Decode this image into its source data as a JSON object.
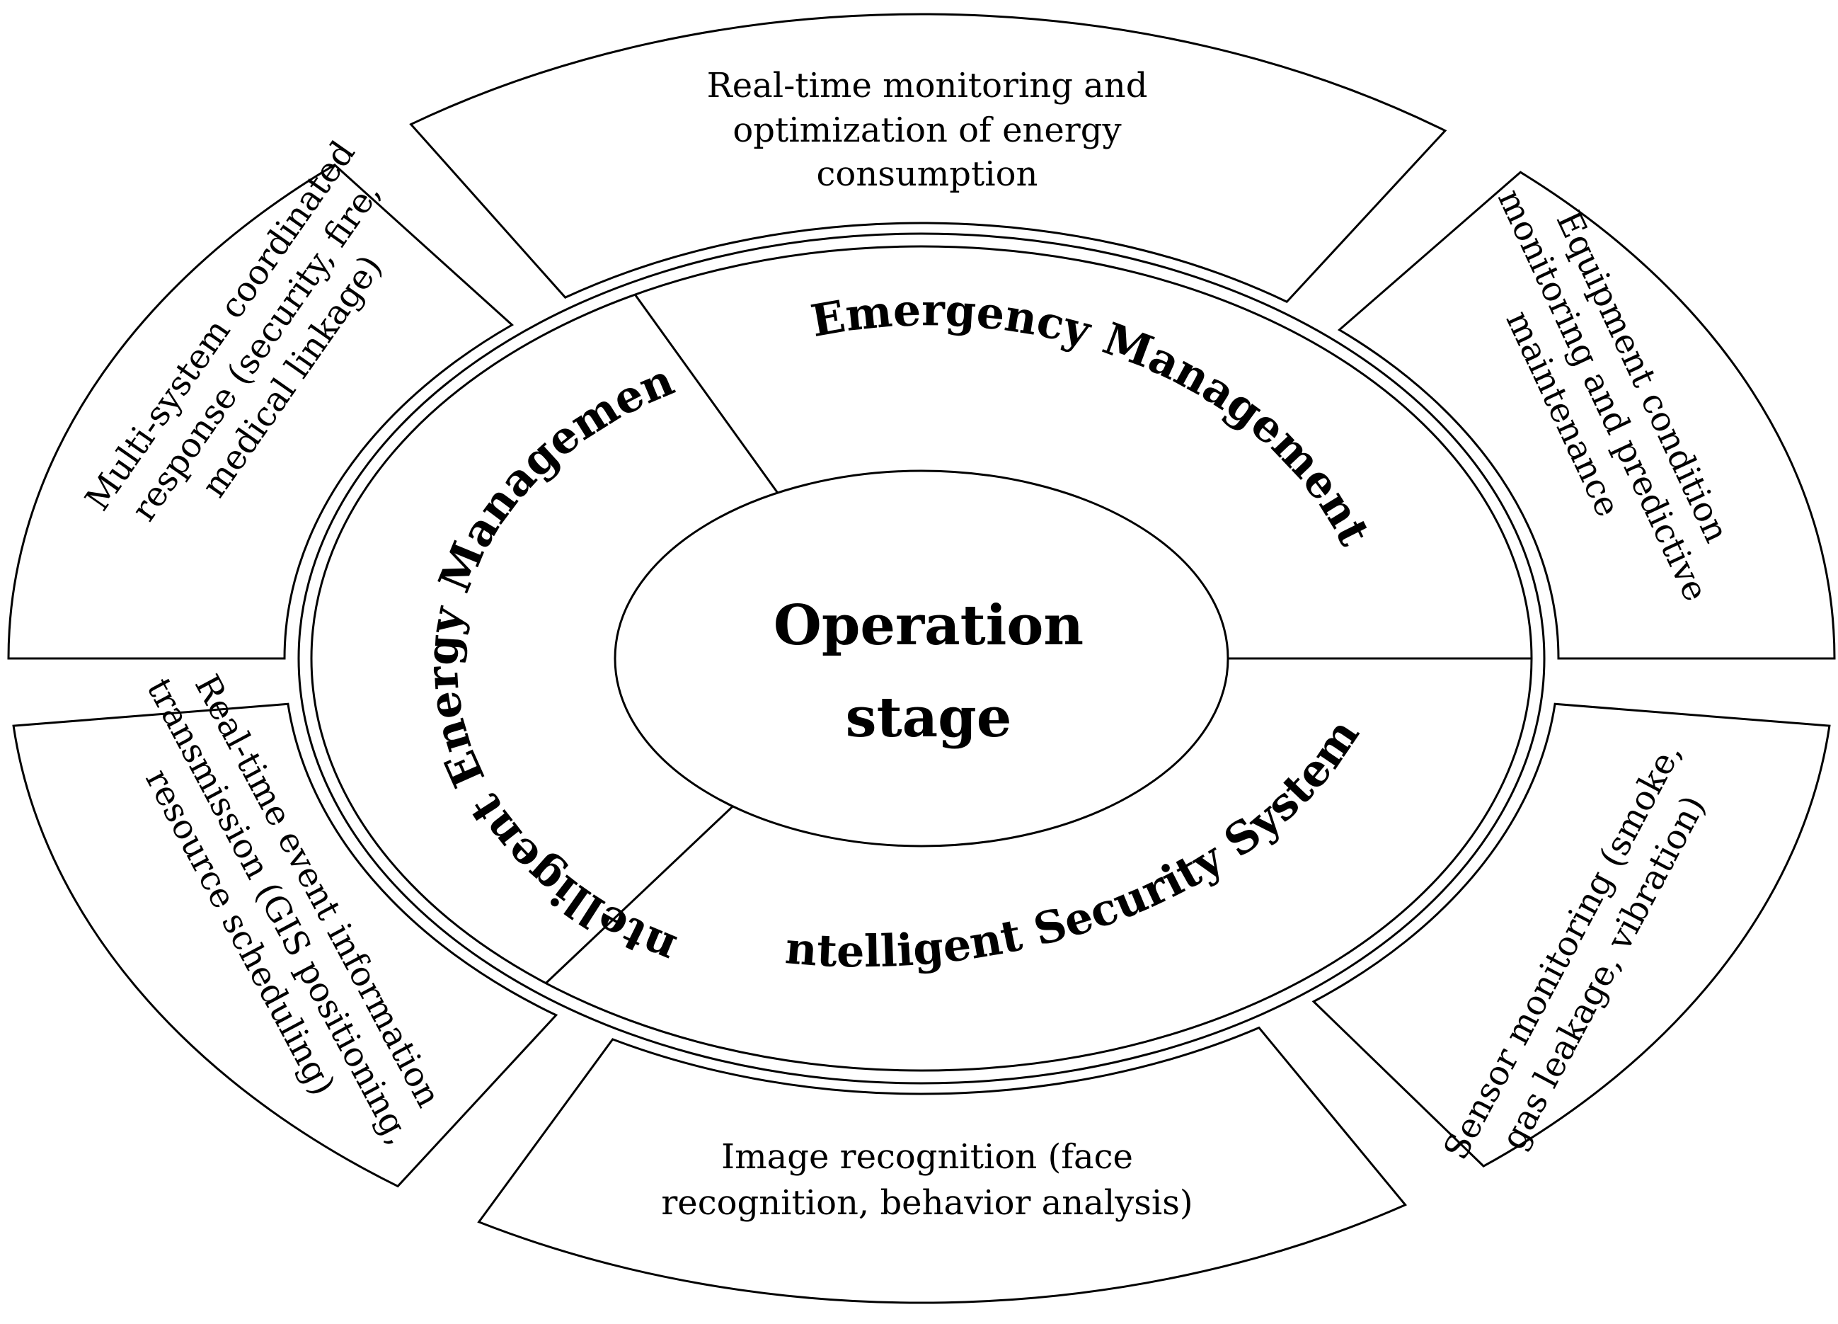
{
  "center": {
    "line1": "Operation",
    "line2": "stage"
  },
  "middle_ring": {
    "emergency": "Emergency Management",
    "energy": "Intelligent Energy Management",
    "security": "Intelligent Security System"
  },
  "outer_ring": {
    "top": {
      "line1": "Real-time monitoring and",
      "line2": "optimization of energy",
      "line3": "consumption"
    },
    "upper_right": {
      "line1": "Equipment condition",
      "line2": "monitoring and predictive",
      "line3": "maintenance"
    },
    "lower_right": {
      "line1": "Sensor monitoring (smoke,",
      "line2": "gas leakage, vibration)"
    },
    "bottom": {
      "line1": "Image recognition (face",
      "line2": "recognition, behavior analysis)"
    },
    "lower_left": {
      "line1": "Real-time event information",
      "line2": "transmission (GIS positioning,",
      "line3": "resource scheduling)"
    },
    "upper_left": {
      "line1": "Multi-system coordinated",
      "line2": "response (security, fire,",
      "line3": "medical linkage)"
    }
  }
}
